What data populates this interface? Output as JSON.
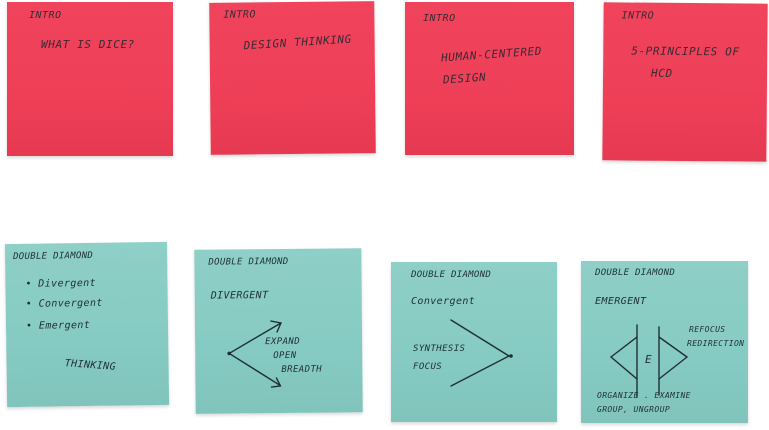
{
  "intro_notes": [
    {
      "tag": "INTRO",
      "title": "WHAT IS DICE?"
    },
    {
      "tag": "INTRO",
      "title": "DESIGN THINKING"
    },
    {
      "tag": "INTRO",
      "title_line1": "HUMAN-CENTERED",
      "title_line2": "DESIGN"
    },
    {
      "tag": "INTRO",
      "title_line1": "5-PRINCIPLES OF",
      "title_line2": "HCD"
    }
  ],
  "diamond_notes": {
    "note1": {
      "heading": "DOUBLE DIAMOND",
      "items": [
        "Divergent",
        "Convergent",
        "Emergent"
      ],
      "footer": "THINKING"
    },
    "note2": {
      "heading": "DOUBLE DIAMOND",
      "subtitle": "DIVERGENT",
      "labels": [
        "EXPAND",
        "OPEN",
        "BREADTH"
      ]
    },
    "note3": {
      "heading": "DOUBLE DIAMOND",
      "subtitle": "Convergent",
      "labels": [
        "SYNTHESIS",
        "FOCUS"
      ]
    },
    "note4": {
      "heading": "DOUBLE DIAMOND",
      "subtitle": "EMERGENT",
      "center_letter": "E",
      "side_labels": [
        "REFOCUS",
        "REDIRECTION"
      ],
      "footer_line1": "ORGANIZE . EXAMINE",
      "footer_line2": "GROUP, UNGROUP"
    }
  },
  "colors": {
    "intro_note": "#ee3f57",
    "diamond_note": "#86cbc3",
    "ink": "#1f2f36"
  }
}
